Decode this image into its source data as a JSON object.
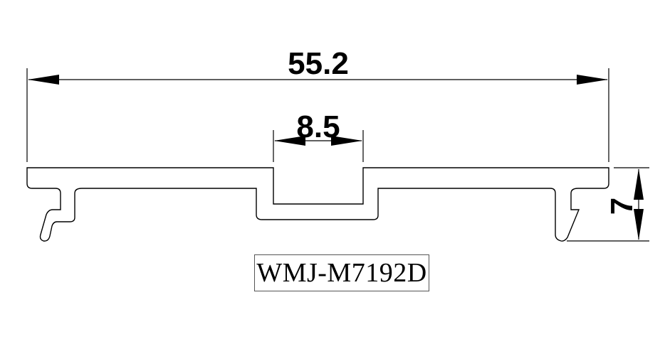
{
  "drawing": {
    "overall_width": "55.2",
    "slot_width": "8.5",
    "height": "7",
    "part_number": "WMJ-M7192D"
  }
}
